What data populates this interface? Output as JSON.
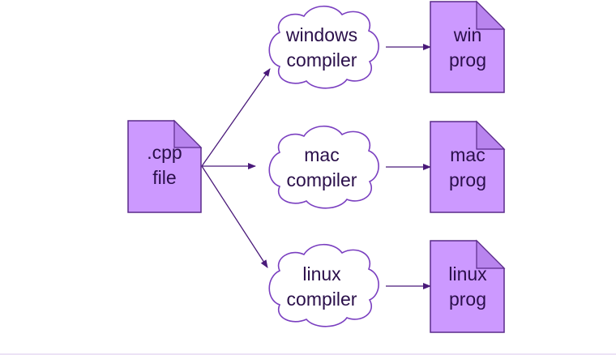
{
  "colors": {
    "file_fill": "#cc99ff",
    "fold_fill": "#b884ee",
    "stroke": "#5a2a8a",
    "cloud_stroke": "#7a3fc0",
    "arrow": "#4a1a7a",
    "text": "#2a0f4a"
  },
  "source": {
    "line1": ".cpp",
    "line2": "file"
  },
  "compilers": [
    {
      "line1": "windows",
      "line2": "compiler"
    },
    {
      "line1": "mac",
      "line2": "compiler"
    },
    {
      "line1": "linux",
      "line2": "compiler"
    }
  ],
  "outputs": [
    {
      "line1": "win",
      "line2": "prog"
    },
    {
      "line1": "mac",
      "line2": "prog"
    },
    {
      "line1": "linux",
      "line2": "prog"
    }
  ]
}
